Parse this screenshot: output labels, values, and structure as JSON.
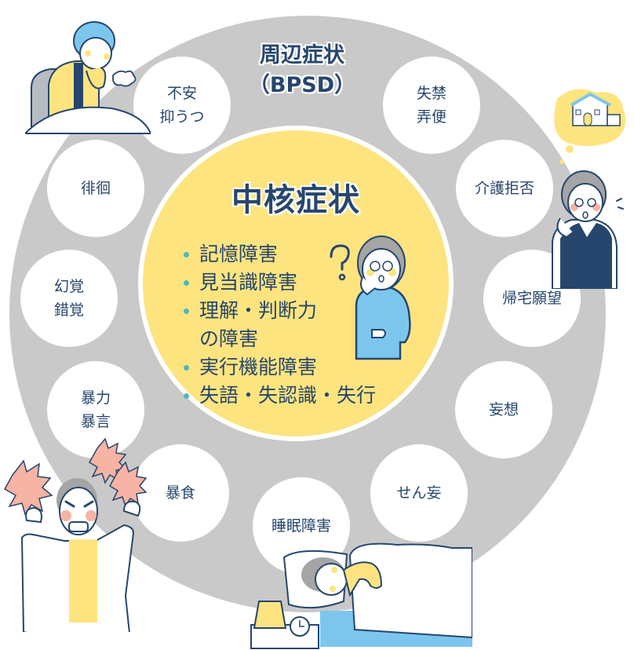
{
  "peripheral": {
    "title_line1": "周辺症状",
    "title_line2": "（BPSD）",
    "items": [
      {
        "label": "不安\n抑うつ",
        "line1": "不安",
        "line2": "抑うつ"
      },
      {
        "label": "失禁\n弄便",
        "line1": "失禁",
        "line2": "弄便"
      },
      {
        "label": "介護拒否",
        "line1": "介護拒否",
        "line2": ""
      },
      {
        "label": "帰宅願望",
        "line1": "帰宅願望",
        "line2": ""
      },
      {
        "label": "妄想",
        "line1": "妄想",
        "line2": ""
      },
      {
        "label": "せん妄",
        "line1": "せん妄",
        "line2": ""
      },
      {
        "label": "睡眠障害",
        "line1": "睡眠障害",
        "line2": ""
      },
      {
        "label": "暴食",
        "line1": "暴食",
        "line2": ""
      },
      {
        "label": "暴力\n暴言",
        "line1": "暴力",
        "line2": "暴言"
      },
      {
        "label": "幻覚\n錯覚",
        "line1": "幻覚",
        "line2": "錯覚"
      },
      {
        "label": "徘徊",
        "line1": "徘徊",
        "line2": ""
      }
    ]
  },
  "core": {
    "title": "中核症状",
    "items": [
      {
        "text": "記憶障害",
        "bullet": true
      },
      {
        "text": "見当識障害",
        "bullet": true
      },
      {
        "text": "理解・判断力",
        "bullet": true
      },
      {
        "text": "の障害",
        "bullet": false
      },
      {
        "text": "実行機能障害",
        "bullet": true
      },
      {
        "text": "失語・失認識・失行",
        "bullet": true
      }
    ]
  },
  "colors": {
    "ring": "#c9c9c9",
    "core": "#fde47f",
    "text": "#26466d",
    "bullet": "#4fb8b8",
    "accent_blue": "#7cc6ee",
    "accent_pink": "#f7b3a3"
  },
  "illustrations": [
    {
      "name": "depressed-woman",
      "position": "top-left"
    },
    {
      "name": "worried-man-thinking-of-home",
      "position": "right"
    },
    {
      "name": "angry-man",
      "position": "bottom-left"
    },
    {
      "name": "sleeping-woman-in-bed",
      "position": "bottom"
    },
    {
      "name": "confused-elder-with-question-mark",
      "position": "center"
    }
  ]
}
